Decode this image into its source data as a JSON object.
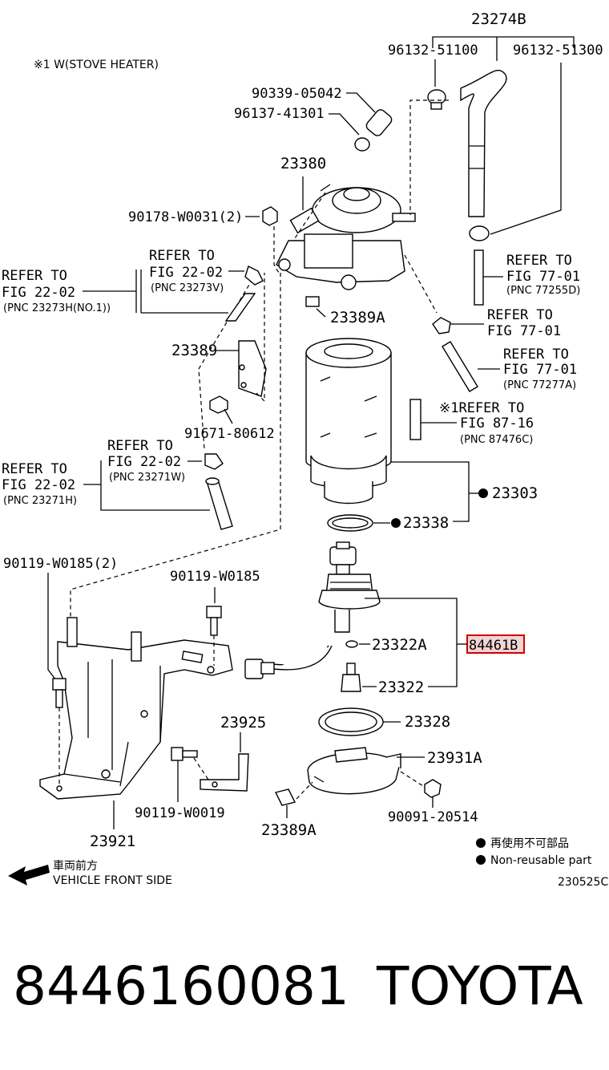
{
  "diagram": {
    "note_stove": "※1 W(STOVE HEATER)",
    "callouts": {
      "c23274B": "23274B",
      "c9613251100": "96132-51100",
      "c9613251300": "96132-51300",
      "c9033905042": "90339-05042",
      "c9613741301": "96137-41301",
      "c23380": "23380",
      "c90178W0031": "90178-W0031(2)",
      "c23389A_top": "23389A",
      "c23389": "23389",
      "c9167180612": "91671-80612",
      "c23303": "23303",
      "c23338": "23338",
      "c90119W0185_2": "90119-W0185(2)",
      "c90119W0185": "90119-W0185",
      "c23322A": "23322A",
      "c84461B": "84461B",
      "c23322": "23322",
      "c23328": "23328",
      "c23925": "23925",
      "c23931A": "23931A",
      "c90119W0019": "90119-W0019",
      "c9009120514": "90091-20514",
      "c23389A_bottom": "23389A",
      "c23921": "23921"
    },
    "refs": {
      "r1_a": "REFER TO",
      "r1_b": "FIG 22-02",
      "r1_c": "(PNC 23273H(NO.1))",
      "r2_a": "REFER TO",
      "r2_b": "FIG 22-02",
      "r2_c": "(PNC 23273V)",
      "r3_a": "REFER TO",
      "r3_b": "FIG 77-01",
      "r3_c": "(PNC 77255D)",
      "r4_a": "REFER TO",
      "r4_b": "FIG 77-01",
      "r5_a": "REFER TO",
      "r5_b": "FIG 77-01",
      "r5_c": "(PNC 77277A)",
      "r6_a": "※1REFER TO",
      "r6_b": "FIG 87-16",
      "r6_c": "(PNC 87476C)",
      "r7_a": "REFER TO",
      "r7_b": "FIG 22-02",
      "r7_c": "(PNC 23271W)",
      "r8_a": "REFER TO",
      "r8_b": "FIG 22-02",
      "r8_c": "(PNC 23271H)"
    },
    "legend": {
      "jp": "再使用不可部品",
      "en": "Non-reusable part"
    },
    "front": {
      "jp": "車両前方",
      "en": "VEHICLE FRONT SIDE"
    },
    "code": "230525C",
    "colors": {
      "highlight": "#d00000",
      "highlight_fill": "#f2d4d4"
    }
  },
  "footer": {
    "part_number": "8446160081",
    "brand": "TOYOTA"
  }
}
